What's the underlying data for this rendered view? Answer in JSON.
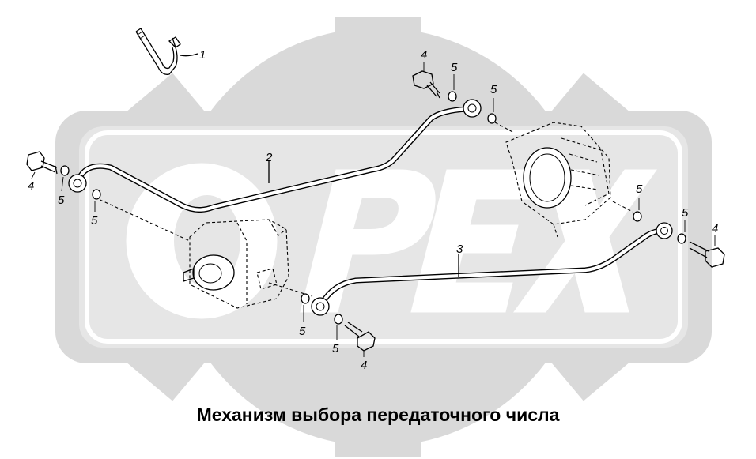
{
  "title": "Механизм выбора передаточного числа",
  "watermark": {
    "text": "OPEX",
    "color": "#d9d9d9"
  },
  "callouts": {
    "c1": "1",
    "c2": "2",
    "c3": "3",
    "c4a": "4",
    "c4b": "4",
    "c4c": "4",
    "c4d": "4",
    "c5a": "5",
    "c5b": "5",
    "c5c": "5",
    "c5d": "5",
    "c5e": "5",
    "c5f": "5",
    "c5g": "5",
    "c5h": "5"
  }
}
